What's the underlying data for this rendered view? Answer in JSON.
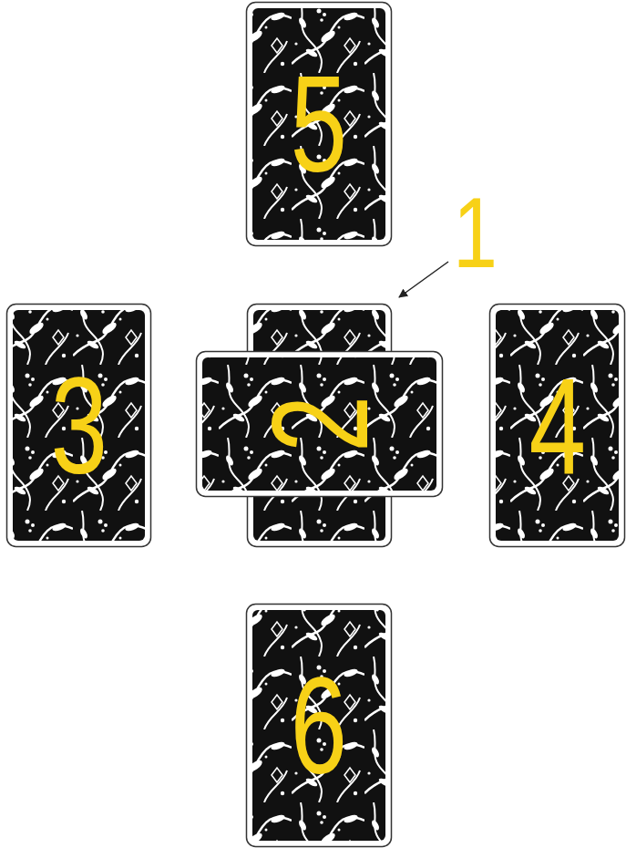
{
  "diagram": {
    "nodes": [
      {
        "text": [
          "5"
        ]
      },
      {
        "text": [
          "1"
        ]
      },
      {
        "text": [
          "3"
        ]
      },
      {
        "text": [
          "2"
        ]
      },
      {
        "text": [
          "4"
        ]
      },
      {
        "text": [
          "6"
        ]
      }
    ]
  }
}
